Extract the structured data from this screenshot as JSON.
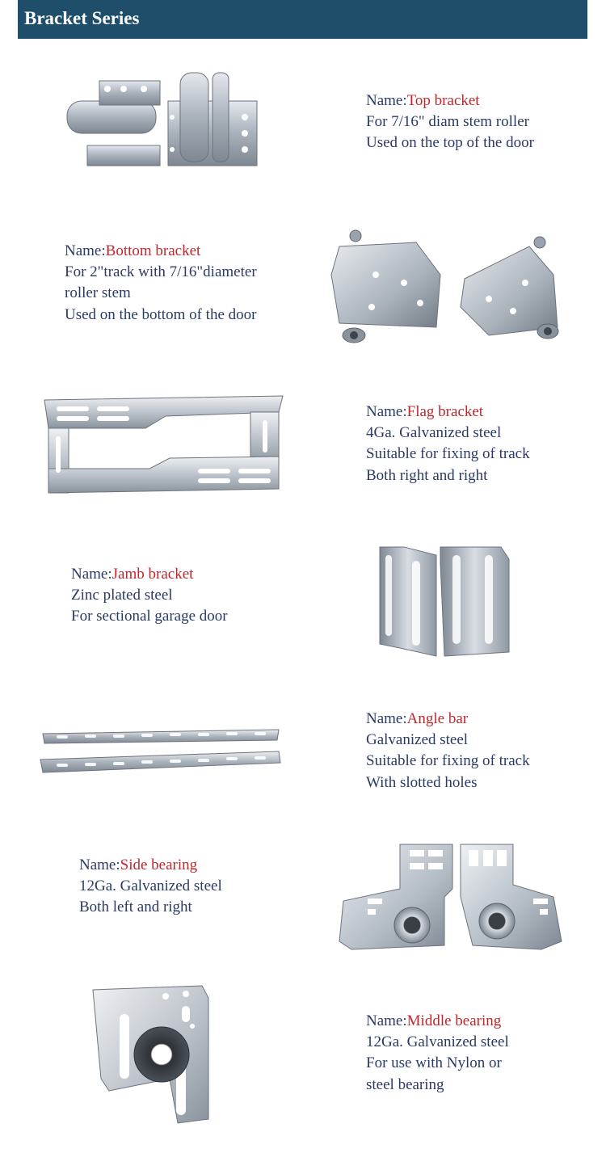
{
  "header": {
    "title": "Bracket Series"
  },
  "products": [
    {
      "prefix": "Name:",
      "name": "Top bracket",
      "lines": [
        "For 7/16\" diam stem roller",
        "Used on the top of the door"
      ]
    },
    {
      "prefix": "Name:",
      "name": "Bottom bracket",
      "lines": [
        "For 2\"track with 7/16\"diameter",
        "roller stem",
        "Used on the bottom of the door"
      ]
    },
    {
      "prefix": "Name:",
      "name": "Flag bracket",
      "lines": [
        "4Ga. Galvanized steel",
        "Suitable for fixing of track",
        "Both right and right"
      ]
    },
    {
      "prefix": "Name:",
      "name": "Jamb bracket",
      "lines": [
        "Zinc plated steel",
        "For sectional garage door"
      ]
    },
    {
      "prefix": "Name:",
      "name": "Angle bar",
      "lines": [
        "Galvanized steel",
        "Suitable for fixing of track",
        "With slotted holes"
      ]
    },
    {
      "prefix": "Name:",
      "name": "Side bearing",
      "lines": [
        "12Ga. Galvanized steel",
        "Both left and right"
      ]
    },
    {
      "prefix": "Name:",
      "name": "Middle bearing",
      "lines": [
        "12Ga. Galvanized steel",
        "For use with Nylon or",
        "steel bearing"
      ]
    }
  ],
  "colors": {
    "header_bg": "#1f4e6b",
    "text": "#2a3a66",
    "name": "#c0272d",
    "metal": "#b8bec6"
  }
}
